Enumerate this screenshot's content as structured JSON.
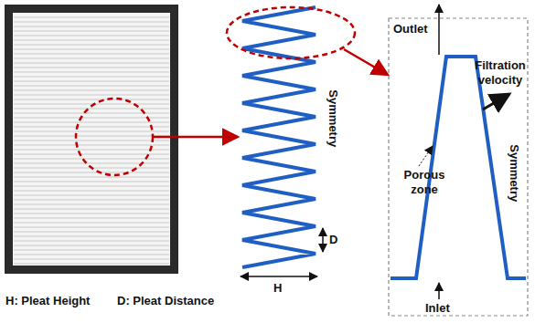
{
  "diagram": {
    "labels": [
      "Outlet",
      "Filtration velocity",
      "Porous zone",
      "Symmetry",
      "Symmetry",
      "Inlet",
      "D",
      "H",
      "H: Pleat Height",
      "D: Pleat Distance"
    ]
  }
}
